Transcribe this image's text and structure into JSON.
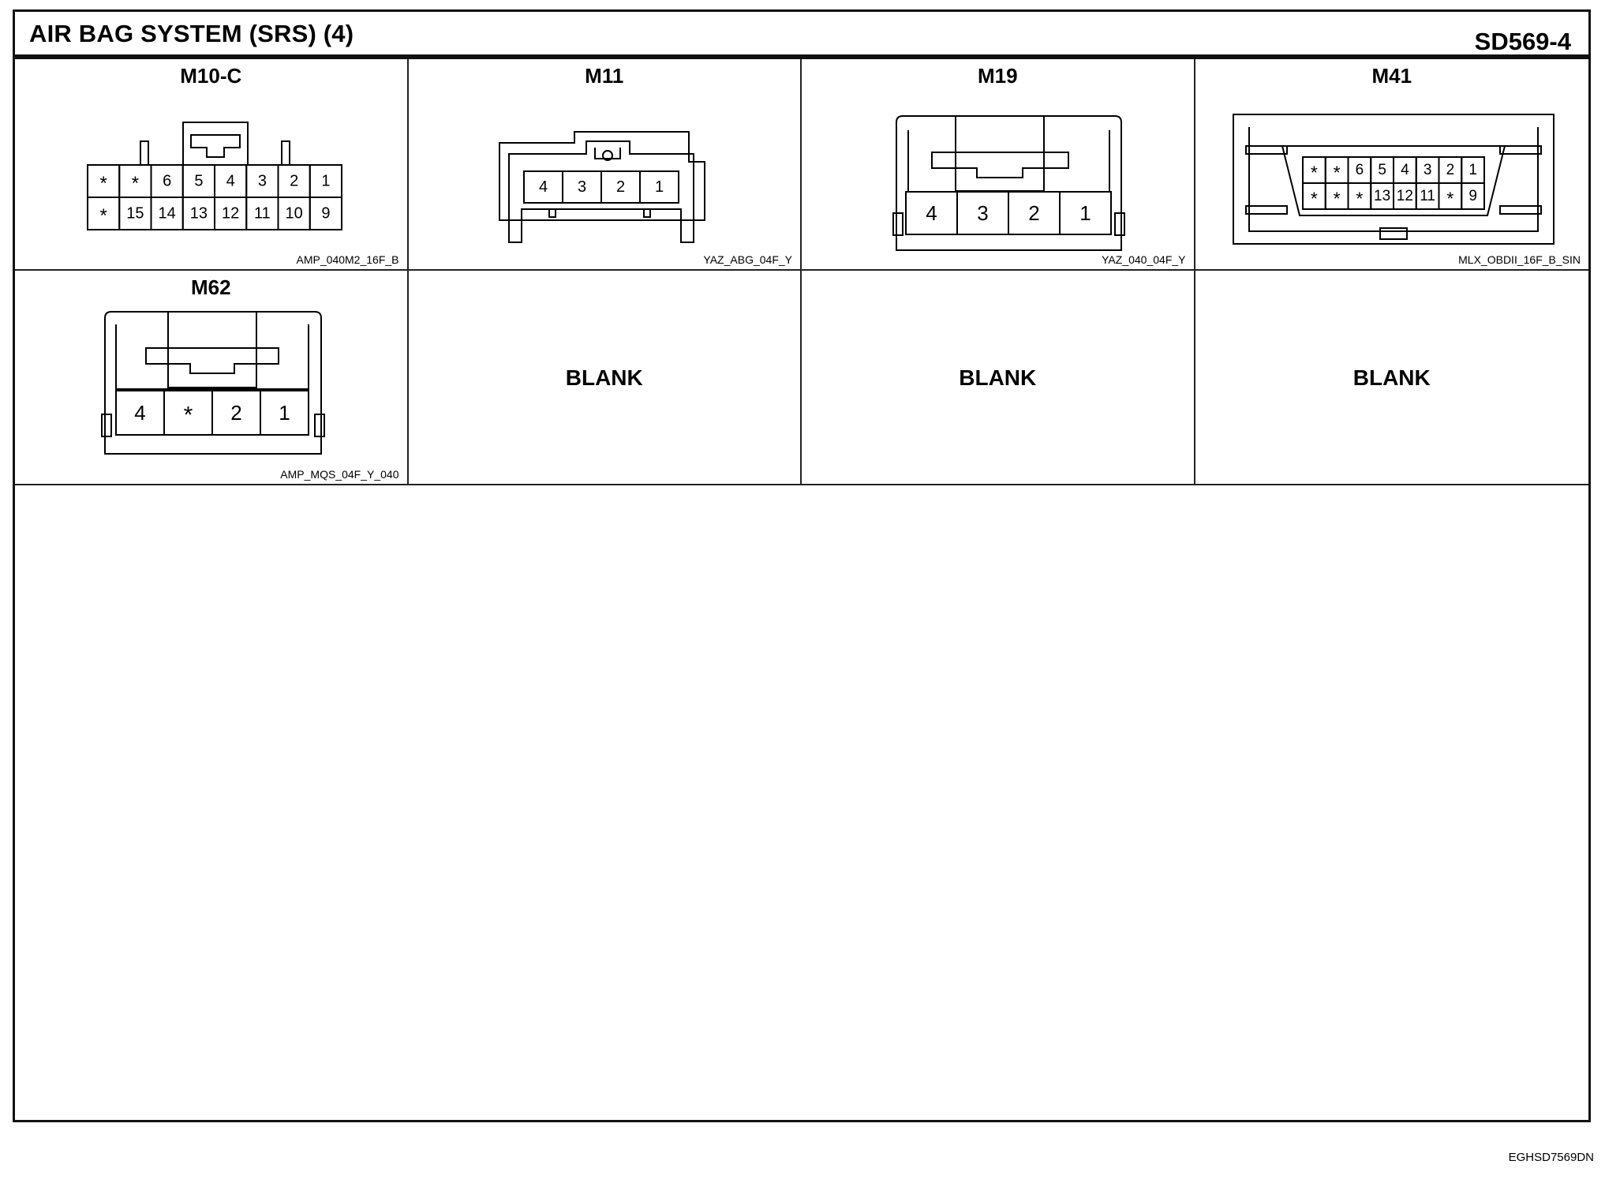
{
  "header": {
    "title": "AIR BAG SYSTEM (SRS) (4)",
    "sheet_code": "SD569-4"
  },
  "connectors": [
    {
      "id": "M10-C",
      "part_code": "AMP_040M2_16F_B",
      "pins": [
        [
          "*",
          "*",
          "6",
          "5",
          "4",
          "3",
          "2",
          "1"
        ],
        [
          "*",
          "15",
          "14",
          "13",
          "12",
          "11",
          "10",
          "9"
        ]
      ]
    },
    {
      "id": "M11",
      "part_code": "YAZ_ABG_04F_Y",
      "pins": [
        [
          "4",
          "3",
          "2",
          "1"
        ]
      ]
    },
    {
      "id": "M19",
      "part_code": "YAZ_040_04F_Y",
      "pins": [
        [
          "4",
          "3",
          "2",
          "1"
        ]
      ]
    },
    {
      "id": "M41",
      "part_code": "MLX_OBDII_16F_B_SIN",
      "pins": [
        [
          "*",
          "*",
          "6",
          "5",
          "4",
          "3",
          "2",
          "1"
        ],
        [
          "*",
          "*",
          "*",
          "13",
          "12",
          "11",
          "*",
          "9"
        ]
      ]
    },
    {
      "id": "M62",
      "part_code": "AMP_MQS_04F_Y_040",
      "pins": [
        [
          "4",
          "*",
          "2",
          "1"
        ]
      ]
    }
  ],
  "blank_cells": [
    "BLANK",
    "BLANK",
    "BLANK"
  ],
  "footer": {
    "doc_code": "EGHSD7569DN"
  }
}
